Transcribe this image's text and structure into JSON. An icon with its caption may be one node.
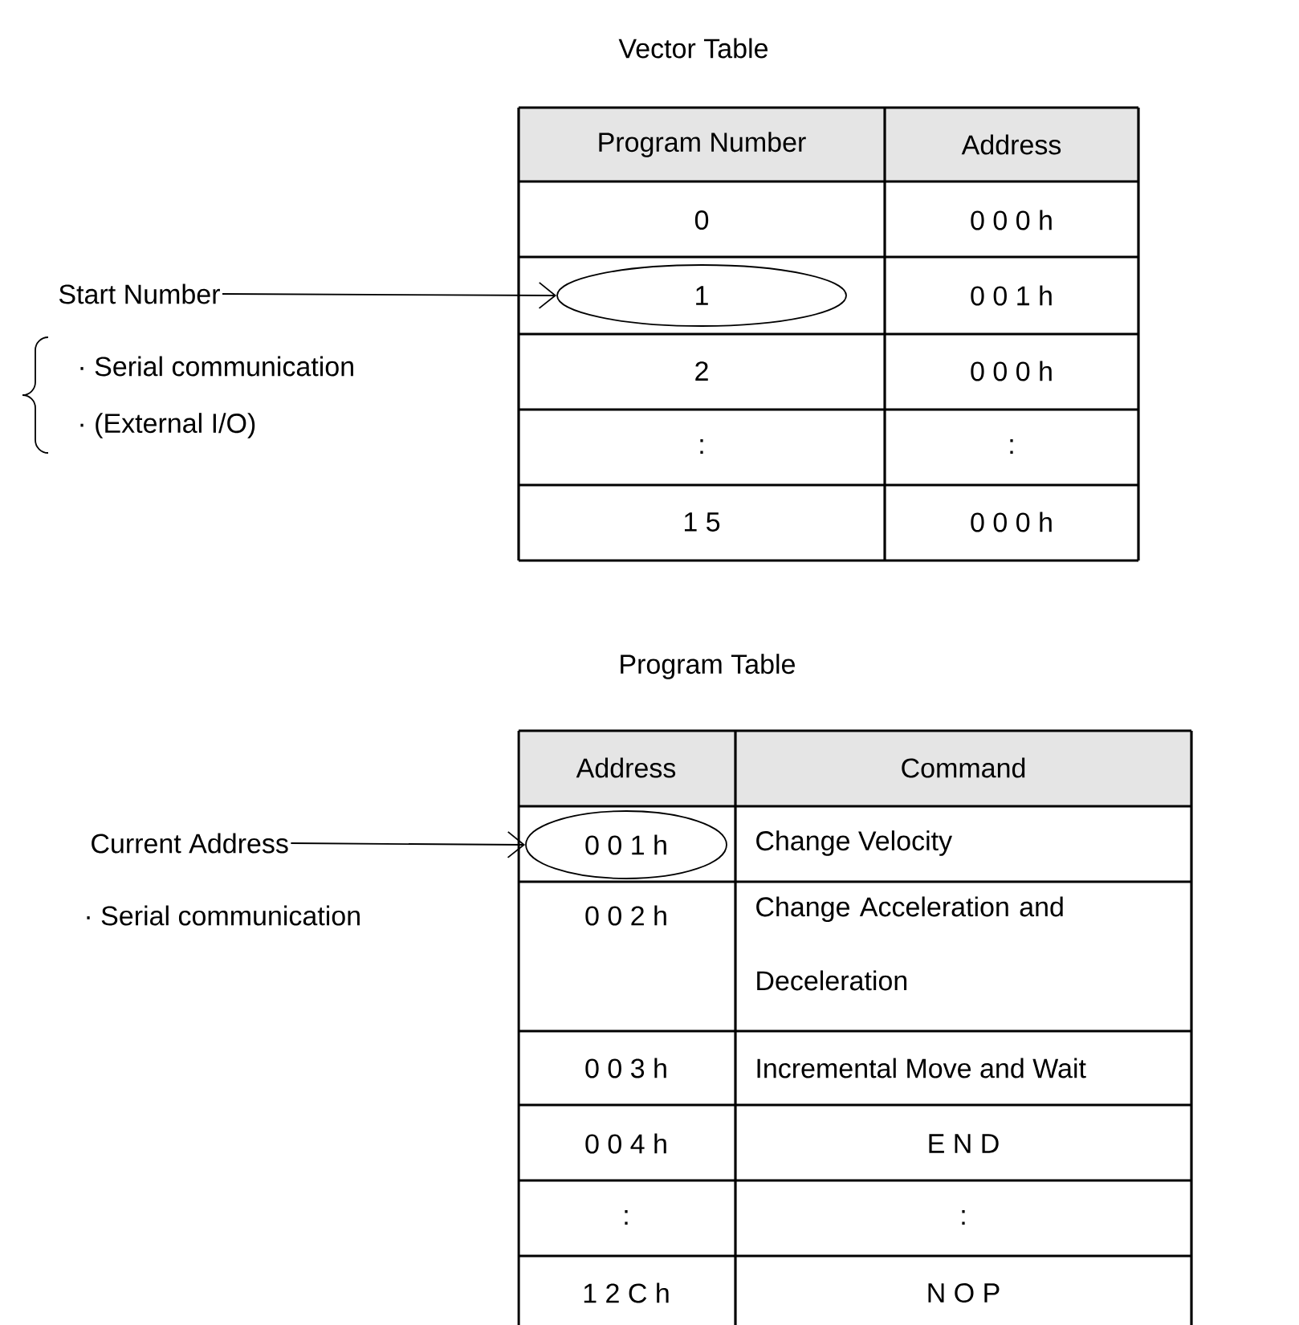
{
  "diagram": {
    "nodes": [
      {
        "text": [
          "Start Number"
        ]
      },
      {
        "text": [
          "1"
        ]
      },
      {
        "text": [
          "Current Address"
        ]
      },
      {
        "text": [
          "0 0 1 h"
        ]
      }
    ],
    "edges": [
      {
        "from": 0,
        "to": 1,
        "arrow": "to"
      },
      {
        "from": 2,
        "to": 3,
        "arrow": "to"
      }
    ],
    "labels": [
      "Vector Table",
      "Program Number",
      "Address",
      "0",
      "0 0 0 h",
      "0 0 1 h",
      "· Serial communication",
      "2",
      "0 0 0 h",
      "· (External I/O)",
      ":",
      ":",
      "1 5",
      "0 0 0 h",
      "Program Table",
      "Address",
      "Command",
      "Change Velocity",
      "· Serial communication",
      "0 0 2 h",
      "Change Acceleration and Deceleration",
      "0 0 3 h",
      "Incremental Move and Wait",
      "0 0 4 h",
      "E N D",
      ":",
      ":",
      "1 2 C h",
      "N O P"
    ]
  }
}
